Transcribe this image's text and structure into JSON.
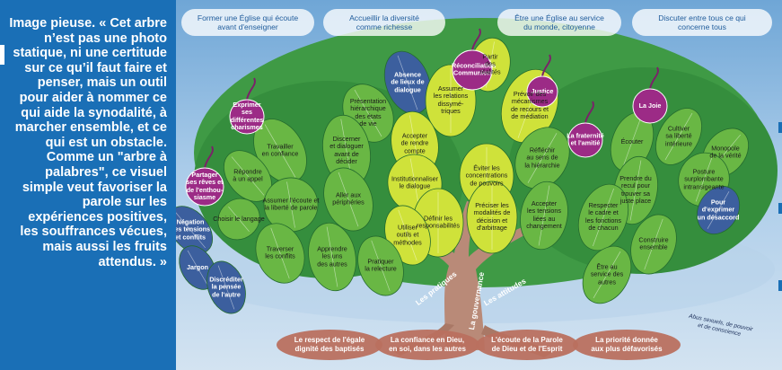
{
  "sidebar": {
    "text": "Image pieuse. « Cet arbre n’est pas une photo statique, ni une certitude sur ce qu’il faut faire et penser, mais un outil pour aider à nommer ce qui aide la synodalité, à marcher ensemble, et ce qui est un obstacle. Comme un \"arbre à palabres\", ce visuel simple veut favoriser la parole sur les expériences positives, les souffrances vécues, mais aussi les fruits attendus. »"
  },
  "diagram": {
    "top_labels": [
      "Former une Église qui écoute\navant d'enseigner",
      "Accueillir la diversité\ncomme richesse",
      "Être une Église au service\ndu monde, citoyenne",
      "Discuter entre tous ce qui\nconcerne tous"
    ],
    "fruits": [
      "Exprimer\nses différentes\ncharismes",
      "Partager\nses rêves et\nde l'enthou-\nsiasme",
      "Réconciliation\nCommunion",
      "Justice",
      "La fraternité\net l'amitié",
      "La Joie"
    ],
    "leaves": [
      "Absence\nde lieux de\ndialogue",
      "Partir\ndes\nréalités",
      "Présentation\nhiérarchique\ndes états\nde vie",
      "Assumer\nles relations\ndissymé-\ntriques",
      "Prévoir des\nmécanismes\nde recours et\nde médiation",
      "Accepter\nde rendre\ncompte",
      "Travailler\nen confiance",
      "Discerner\net dialoguer\navant de\ndécider",
      "Répondre\nà un appel",
      "Réfléchir\nau sens de\nla hiérarchie",
      "Écouter",
      "Cultiver\nsa liberté\nintérieure",
      "Monopole\nde la vérité",
      "Éviter les\nconcentrations\nde pouvoirs",
      "Institutionnaliser\nle dialogue",
      "Prendre du\nrecul pour\ntrouver sa\njuste place",
      "Posture surplombante\nintransigeante",
      "Pour\nd'exprimer\nun désaccord",
      "Aller aux\npériphéries",
      "Assumer l'écoute et\nla liberté de parole",
      "Choisir le langage",
      "Négation\ndes tensions\net conflits",
      "Accepter\nles tensions\nliées au\nchangement",
      "Respecter\nle cadre et\nles fonctions\nde chacun",
      "Préciser les\nmodalités de\ndécision et\nd'arbitrage",
      "Définir les\nresponsabilités",
      "Utiliser\noutils et\nméthodes",
      "Traverser\nles conflits",
      "Apprendre\nles uns\ndes autres",
      "Pratiquer\nla relecture",
      "Construire\nensemble",
      "Jargon",
      "Discréditer\nla pensée\nde l'autre",
      "Être au\nservice des\nautres"
    ],
    "trunk_labels": [
      "Les pratiques",
      "La gouvernance",
      "Les attitudes"
    ],
    "roots": [
      "Le respect de l'égale\ndignité des baptisés",
      "La confiance en Dieu,\nen soi, dans les autres",
      "L'écoute de la Parole\nde Dieu et de l'Esprit",
      "La priorité donnée\naux plus défavorisés"
    ],
    "corner_note": "Abus sexuels, de pouvoir\net de conscience"
  },
  "colors": {
    "sidebar": "#1a6fb6",
    "leaf_dark": "#2f8a3c",
    "leaf_mid": "#69b744",
    "leaf_light": "#cfe23a",
    "leaf_negative": "#3c5f9e",
    "fruit": "#9c2b86",
    "trunk": "#b98a78",
    "root_box": "#b9705f"
  }
}
